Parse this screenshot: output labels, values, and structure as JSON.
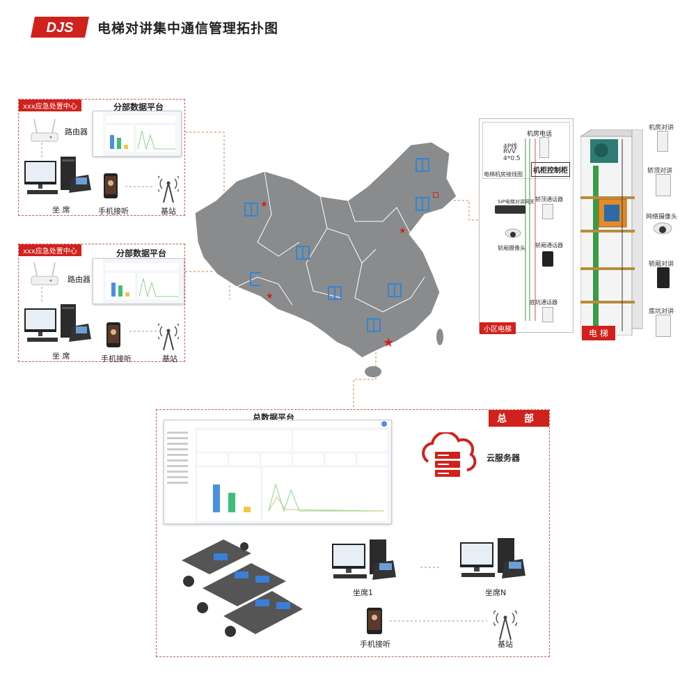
{
  "header": {
    "logo_text": "DJS",
    "title": "电梯对讲集中通信管理拓扑图"
  },
  "branch": [
    {
      "center_tag": "xxx应急处置中心",
      "platform_title": "分部数据平台",
      "router": "路由器",
      "seat": "坐  席",
      "phone": "手机接听",
      "base_station": "基站"
    },
    {
      "center_tag": "xxx应急处置中心",
      "platform_title": "分部数据平台",
      "router": "路由器",
      "seat": "坐  席",
      "phone": "手机接听",
      "base_station": "基站"
    }
  ],
  "community": {
    "tag": "小区电梯",
    "machine_room_phone": "机房电话",
    "cable_spec": [
      "4P线",
      "RVV",
      "4*0.5"
    ],
    "wiring_diagram": "电梯机房接线图",
    "control_cabinet": "机柜控制柜",
    "sip_gateway": "SIP电梯对讲网关",
    "car_top": "轿顶通话器",
    "car_camera": "轿厢摄像头",
    "car_inner": "轿厢通话器",
    "pit": "底坑通话器"
  },
  "elevator": {
    "tag": "电  梯",
    "items": [
      "机房对讲",
      "轿顶对讲",
      "网络摄像头",
      "轿厢对讲",
      "底坑对讲"
    ]
  },
  "hq": {
    "tag": "总  部",
    "platform_title": "总数据平台",
    "cloud": "云服务器",
    "seat1": "坐席1",
    "seatN": "坐席N",
    "phone": "手机接听",
    "base_station": "基站"
  },
  "colors": {
    "brand_red": "#d0211c",
    "map_gray": "#8a8b8d",
    "connector": "#e07b39",
    "accent_blue": "#4a90e2"
  },
  "icons": [
    "router-icon",
    "desktop-icon",
    "ip-phone-icon",
    "mobile-phone-icon",
    "antenna-icon",
    "cloud-icon",
    "server-icon",
    "camera-icon",
    "intercom-icon",
    "star-icon"
  ]
}
